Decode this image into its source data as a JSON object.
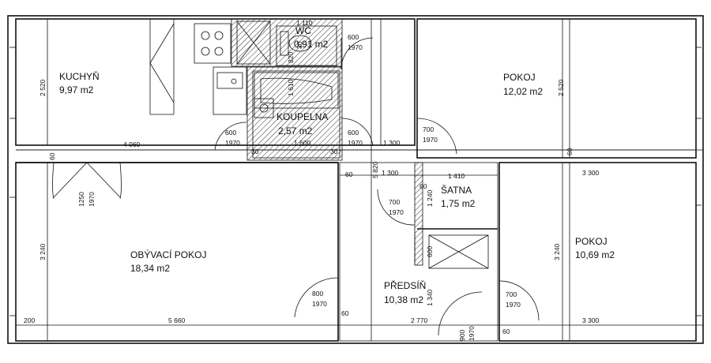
{
  "rooms": {
    "kuchyn": {
      "name": "KUCHYŇ",
      "area": "9,97 m2"
    },
    "wc": {
      "name": "WC",
      "area": "0,91 m2"
    },
    "koupelna": {
      "name": "KOUPELNA",
      "area": "2,57 m2"
    },
    "pokoj_top": {
      "name": "POKOJ",
      "area": "12,02 m2"
    },
    "obyvaci": {
      "name": "OBÝVACÍ POKOJ",
      "area": "18,34 m2"
    },
    "satna": {
      "name": "ŠATNA",
      "area": "1,75 m2"
    },
    "pokoj_right": {
      "name": "POKOJ",
      "area": "10,69 m2"
    },
    "predsin": {
      "name": "PŘEDSÍŇ",
      "area": "10,38 m2"
    }
  },
  "doors": {
    "wc": {
      "width": "600",
      "height": "1970"
    },
    "kitchen": {
      "width": "600",
      "height": "1970"
    },
    "bath": {
      "width": "600",
      "height": "1970"
    },
    "pokoj_top": {
      "width": "700",
      "height": "1970"
    },
    "living_double": {
      "width": "1250",
      "height": "1970"
    },
    "satna": {
      "width": "700",
      "height": "1970"
    },
    "living": {
      "width": "800",
      "height": "1970"
    },
    "pokoj_right": {
      "width": "700",
      "height": "1970"
    },
    "entrance": {
      "width": "900",
      "height": "1970"
    }
  },
  "dimensions": {
    "kuchyn_depth": "2 520",
    "pokoj_top_depth": "2 520",
    "wc_width": "1 110",
    "wc_depth": "820",
    "wc_wall": "30",
    "bath_len": "1 610",
    "kitchen_width": "4 060",
    "wall_60a": "60",
    "wall_30a": "30",
    "bath_width": "1 600",
    "wall_30b": "30",
    "corridor_width_top": "1 300",
    "corridor_60": "60",
    "corridor_width_mid": "1 300",
    "satna_width": "1 410",
    "satna_60": "60",
    "satna_depth": "1 240",
    "pokoj_right_width": "3 300",
    "pokoj_top_60": "60",
    "hall_len": "5 820",
    "living_depth": "3 240",
    "pokoj_right_depth": "3 240",
    "cabinet_600": "600",
    "hall_1340": "1 340",
    "wall_200": "200",
    "living_width": "5 660",
    "wall_60_bottom": "60",
    "hall_width_bottom": "2 770",
    "wall_60_right": "60",
    "pokoj_right_width_bottom": "3 300"
  }
}
